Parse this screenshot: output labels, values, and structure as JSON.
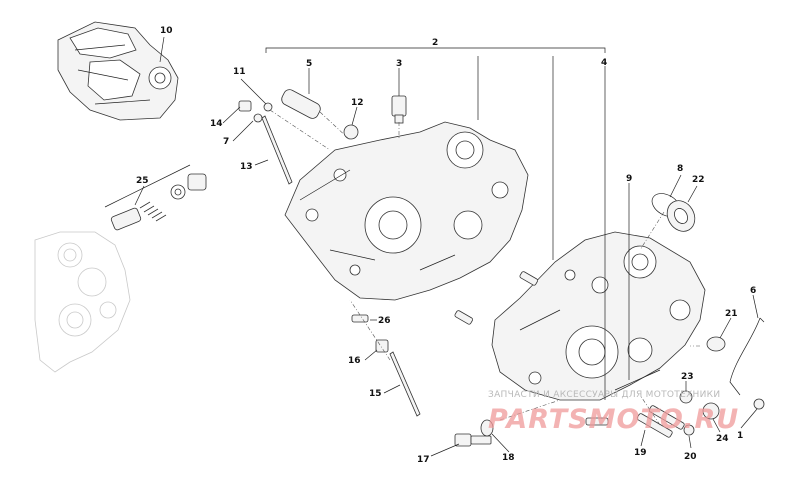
{
  "callouts": {
    "c1": "1",
    "c2": "2",
    "c3": "3",
    "c4": "4",
    "c5": "5",
    "c6": "6",
    "c7": "7",
    "c8": "8",
    "c9": "9",
    "c10": "10",
    "c11": "11",
    "c12": "12",
    "c13": "13",
    "c14": "14",
    "c15": "15",
    "c16": "16",
    "c17": "17",
    "c18": "18",
    "c19": "19",
    "c20": "20",
    "c21": "21",
    "c22": "22",
    "c23": "23",
    "c24": "24",
    "c25": "25",
    "c26": "26"
  },
  "watermark": {
    "tagline": "ЗАПЧАСТИ И АКСЕССУАРЫ ДЛЯ МОТОТЕХНИКИ",
    "logo": "PARTSMOTO.RU"
  }
}
